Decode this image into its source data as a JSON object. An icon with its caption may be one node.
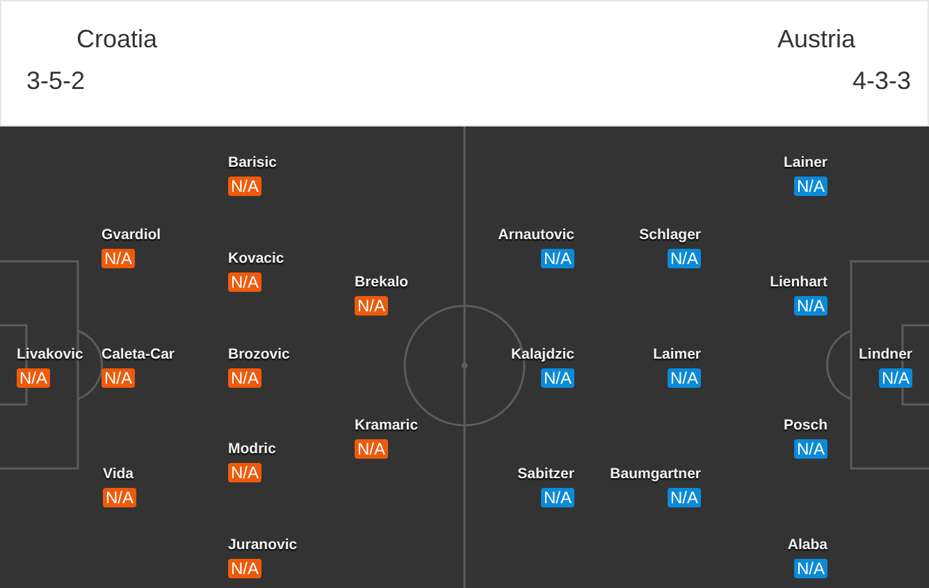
{
  "diagram": {
    "nodes": [
      {
        "text": [
          "Livakovic",
          "N/A"
        ]
      },
      {
        "text": [
          "Gvardiol",
          "N/A"
        ]
      },
      {
        "text": [
          "Caleta-Car",
          "N/A"
        ]
      },
      {
        "text": [
          "Vida",
          "N/A"
        ]
      },
      {
        "text": [
          "Barisic",
          "N/A"
        ]
      },
      {
        "text": [
          "Kovacic",
          "N/A"
        ]
      },
      {
        "text": [
          "Brozovic",
          "N/A"
        ]
      },
      {
        "text": [
          "Modric",
          "N/A"
        ]
      },
      {
        "text": [
          "Juranovic",
          "N/A"
        ]
      },
      {
        "text": [
          "Brekalo",
          "N/A"
        ]
      },
      {
        "text": [
          "Kramaric",
          "N/A"
        ]
      },
      {
        "text": [
          "Arnautovic",
          "N/A"
        ]
      },
      {
        "text": [
          "Kalajdzic",
          "N/A"
        ]
      },
      {
        "text": [
          "Sabitzer",
          "N/A"
        ]
      },
      {
        "text": [
          "Schlager",
          "N/A"
        ]
      },
      {
        "text": [
          "Laimer",
          "N/A"
        ]
      },
      {
        "text": [
          "Baumgartner",
          "N/A"
        ]
      },
      {
        "text": [
          "Lainer",
          "N/A"
        ]
      },
      {
        "text": [
          "Lienhart",
          "N/A"
        ]
      },
      {
        "text": [
          "Posch",
          "N/A"
        ]
      },
      {
        "text": [
          "Alaba",
          "N/A"
        ]
      },
      {
        "text": [
          "Lindner",
          "N/A"
        ]
      }
    ],
    "edges": [],
    "labels": [
      "Croatia",
      "Austria",
      "3-5-2",
      "4-3-3"
    ]
  }
}
